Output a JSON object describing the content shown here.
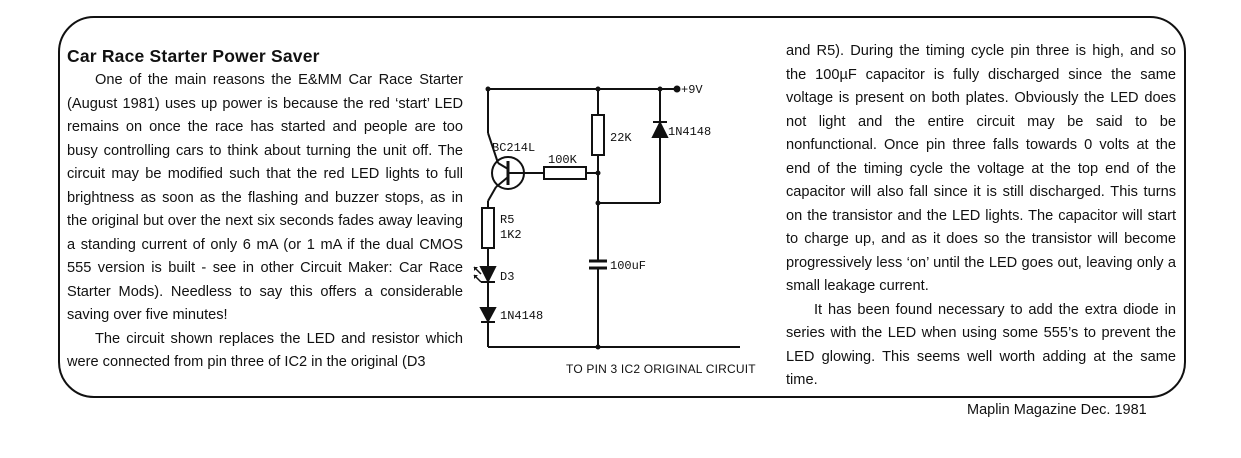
{
  "article": {
    "title": "Car Race Starter Power Saver",
    "col1": {
      "p1": "One of the main reasons the E&MM Car Race Starter (August 1981) uses up power is because the red ‘start’ LED remains on once the race has started and people are too busy controlling cars to think about turning the unit off. The circuit may be modified such that the red LED lights to full brightness as soon as the flashing and buzzer stops, as in the original but over the next six seconds fades away leaving a standing current of only 6 mA (or 1 mA if the dual CMOS 555 version is built - see in other Circuit Maker: Car Race Starter Mods). Needless to say this offers a considerable saving over five minutes!",
      "p2": "The circuit shown replaces the LED and resistor which were connected from pin three of IC2 in the original (D3"
    },
    "col2": {
      "p1": "and R5). During the timing cycle pin three is high, and so the 100µF capacitor is fully discharged since the same voltage is present on both plates. Obviously the LED does not light and the entire circuit may be said to be nonfunctional. Once pin three falls towards 0 volts at the end of the timing cycle the voltage at the top end of the capacitor will also fall since it is still discharged. This turns on the transistor and the LED lights. The capacitor will start to charge up, and as it does so the transistor will become progressively less ‘on’ until the LED goes out, leaving only a small leakage current.",
      "p2": "It has been found necessary to add the extra diode in series with the LED when using some 555’s to prevent the LED glowing. This seems well worth adding at the same time."
    },
    "source": "Maplin Magazine Dec. 1981"
  },
  "schematic": {
    "supply": "+9V",
    "r_top": "22K",
    "diode_top": "1N4148",
    "transistor": "BC214L",
    "r_base": "100K",
    "r5_name": "R5",
    "r5_value": "1K2",
    "led": "D3",
    "capacitor": "100uF",
    "diode_bottom": "1N4148",
    "output_note": "TO PIN 3 IC2 ORIGINAL CIRCUIT"
  }
}
